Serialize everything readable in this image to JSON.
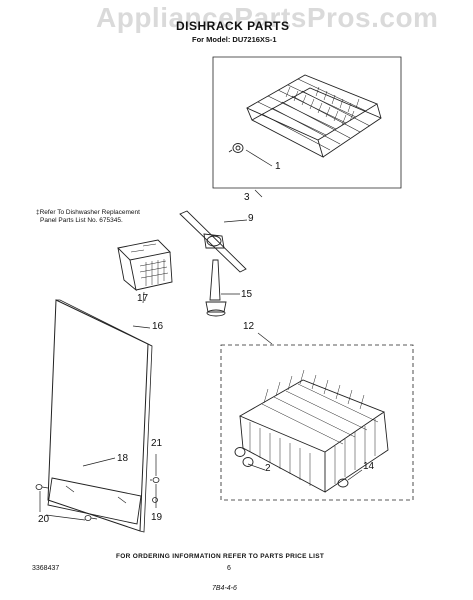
{
  "watermark": "AppliancePartsPros.com",
  "title": "DISHRACK PARTS",
  "model_line": "For Model: DU7216XS-1",
  "note_lines": [
    "‡Refer To Dishwasher Replacement",
    "Panel Parts List No. 675345."
  ],
  "callouts": {
    "c1": "1",
    "c2": "2",
    "c3": "3",
    "c9": "9",
    "c12": "12",
    "c14": "14",
    "c15": "15",
    "c16": "16",
    "c17": "17",
    "c18": "18",
    "c19": "19",
    "c20": "20",
    "c21": "21"
  },
  "footer_text": "FOR ORDERING INFORMATION REFER TO PARTS PRICE LIST",
  "doc_number": "3368437",
  "page_number": "6",
  "stamp": "7B4-4-6"
}
